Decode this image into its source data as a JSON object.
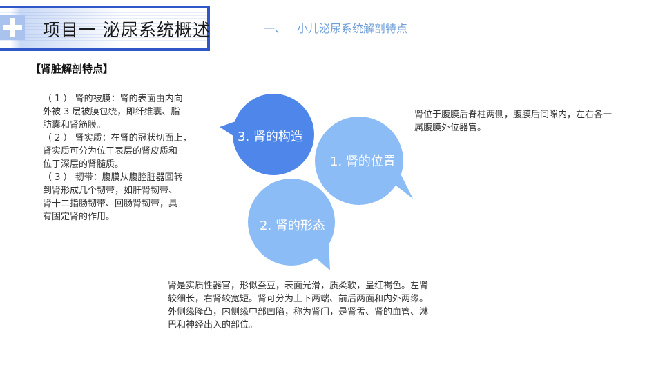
{
  "header": {
    "title": "项目一  泌尿系统概述",
    "section_number": "一、",
    "section_title": "小儿泌尿系统解剖特点"
  },
  "content": {
    "box_title": "【肾脏解剖特点】",
    "left_lines": [
      "（ 1 ） 肾的被膜：肾的表面由内向",
      "外被 3 层被膜包绕，即纤维囊、脂",
      "肪囊和肾筋膜。",
      "（ 2 ） 肾实质：在肾的冠状切面上，",
      "肾实质可分为位于表层的肾皮质和",
      "位于深层的肾髓质。",
      "（ 3 ） 韧带：腹膜从腹腔脏器回转",
      "到肾形成几个韧带，如肝肾韧带、",
      "肾十二指肠韧带、回肠肾韧带，具",
      "有固定肾的作用。"
    ],
    "right_lines": [
      "肾位于腹膜后脊柱两侧，腹膜后间隙内，左右各一",
      "属腹膜外位器官。"
    ],
    "bottom_lines": [
      "肾是实质性器官，形似蚕豆，表面光滑，质柔软，呈红褐色。左肾",
      "较细长，右肾较宽短。肾可分为上下两端、前后两面和内外两缘。",
      "外侧缘隆凸，内侧缘中部凹陷，称为肾门，是肾盂、肾的血管、淋",
      "巴和神经出入的部位。"
    ]
  },
  "diagram": {
    "bubbles": [
      {
        "label": "3. 肾的构造",
        "color": "#4f86ea"
      },
      {
        "label": "1. 肾的位置",
        "color": "#8cbcf5"
      },
      {
        "label": "2. 肾的形态",
        "color": "#8cbcf5"
      }
    ]
  }
}
